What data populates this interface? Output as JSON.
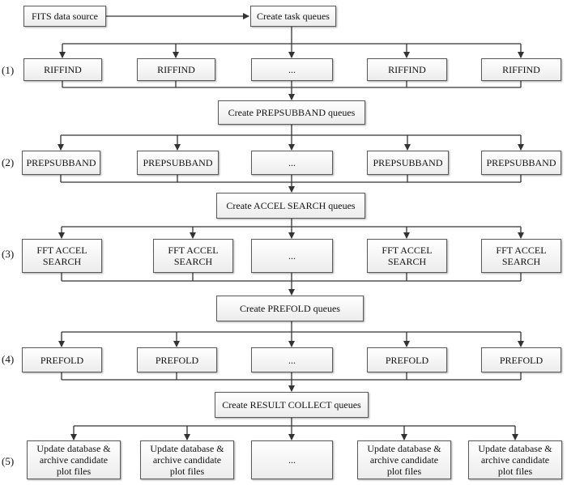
{
  "rows": {
    "1": {
      "label": "(1)",
      "boxes": [
        "RIFFIND",
        "RIFFIND",
        "...",
        "RIFFIND",
        "RIFFIND"
      ]
    },
    "2": {
      "label": "(2)",
      "boxes": [
        "PREPSUBBAND",
        "PREPSUBBAND",
        "...",
        "PREPSUBBAND",
        "PREPSUBBAND"
      ]
    },
    "3": {
      "label": "(3)",
      "boxes": [
        "FFT ACCEL\nSEARCH",
        "FFT ACCEL\nSEARCH",
        "...",
        "FFT ACCEL\nSEARCH",
        "FFT ACCEL\nSEARCH"
      ]
    },
    "4": {
      "label": "(4)",
      "boxes": [
        "PREFOLD",
        "PREFOLD",
        "...",
        "PREFOLD",
        "PREFOLD"
      ]
    },
    "5": {
      "label": "(5)",
      "boxes": [
        "Update database &\narchive candidate\nplot files",
        "Update database &\narchive candidate\nplot files",
        "...",
        "Update database &\narchive candidate\nplot files",
        "Update database &\narchive candidate\nplot files"
      ]
    }
  },
  "nodes": {
    "source": "FITS data source",
    "task_queues": "Create task queues",
    "prepsubband_queues": "Create PREPSUBBAND queues",
    "accel_queues": "Create ACCEL SEARCH queues",
    "prefold_queues": "Create PREFOLD queues",
    "result_queues": "Create RESULT COLLECT queues"
  }
}
